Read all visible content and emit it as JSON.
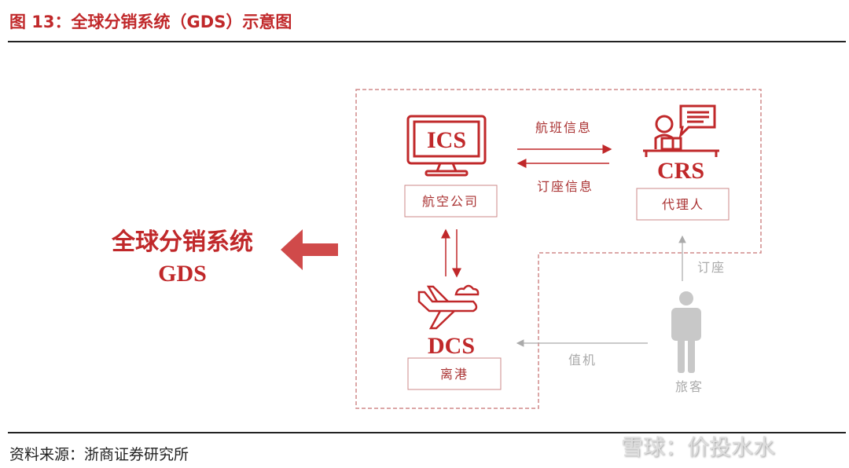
{
  "title": "图 13：全球分销系统（GDS）示意图",
  "source": "资料来源：浙商证券研究所",
  "watermark": "雪球：价投水水",
  "diagram": {
    "gds_label_cn": "全球分销系统",
    "gds_label_en": "GDS",
    "ics": {
      "code": "ICS",
      "label": "航空公司"
    },
    "crs": {
      "code": "CRS",
      "label": "代理人"
    },
    "dcs": {
      "code": "DCS",
      "label": "离港"
    },
    "passenger": "旅客",
    "edges": {
      "flight_info": "航班信息",
      "booking_info": "订座信息",
      "booking": "订座",
      "checkin": "值机"
    }
  },
  "colors": {
    "accent": "#c0282a",
    "dashed": "#d08a8a",
    "gray": "#c8c8c8"
  }
}
